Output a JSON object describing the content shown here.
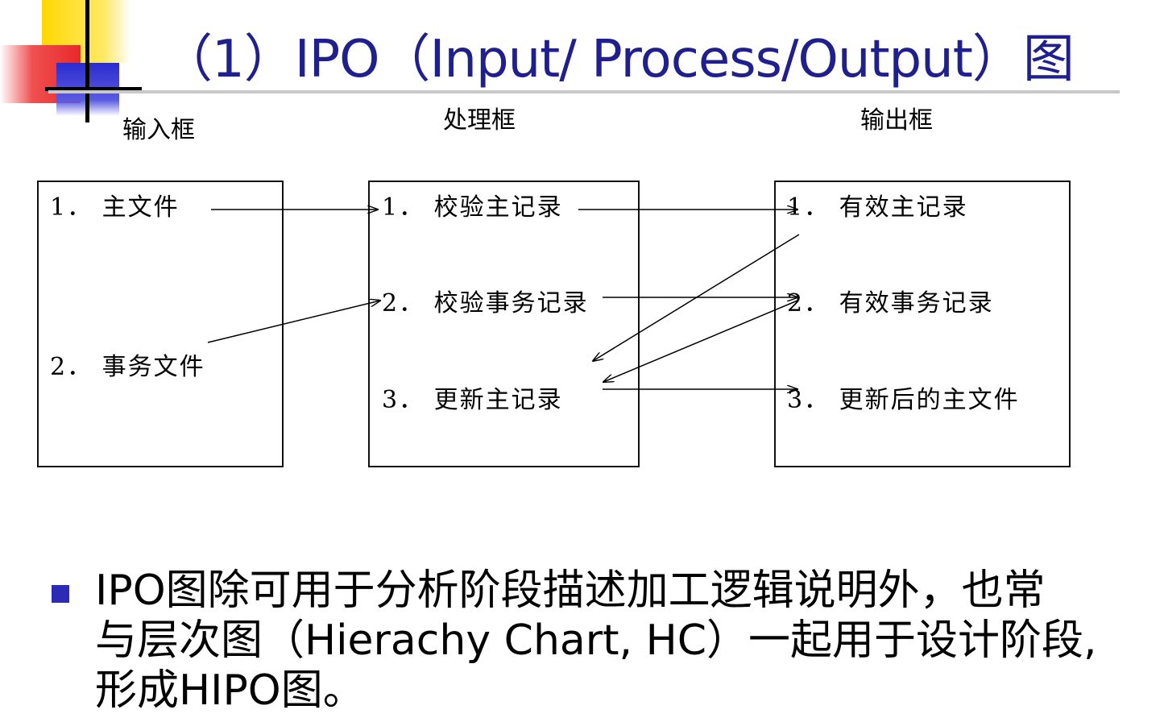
{
  "title": "（1）IPO（Input/ Process/Output）图",
  "frames": {
    "input": {
      "label": "输入框",
      "items": [
        "1． 主文件",
        "2． 事务文件"
      ]
    },
    "process": {
      "label": "处理框",
      "items": [
        "1． 校验主记录",
        "2． 校验事务记录",
        "3． 更新主记录"
      ]
    },
    "output": {
      "label": "输出框",
      "items": [
        "1． 有效主记录",
        "2． 有效事务记录",
        "3． 更新后的主文件"
      ]
    }
  },
  "bullet": {
    "icon": "square-bullet-icon",
    "color": "#2b2bb5",
    "lines": [
      "IPO图除可用于分析阶段描述加工逻辑说明外，也常",
      "与层次图（Hierachy Chart, HC）一起用于设计阶段,",
      "形成HIPO图。"
    ]
  },
  "colors": {
    "title": "#1f1f8f",
    "logo_yellow": "#ffd800",
    "logo_red": "#e8282a",
    "logo_blue": "#2b2bd0"
  }
}
